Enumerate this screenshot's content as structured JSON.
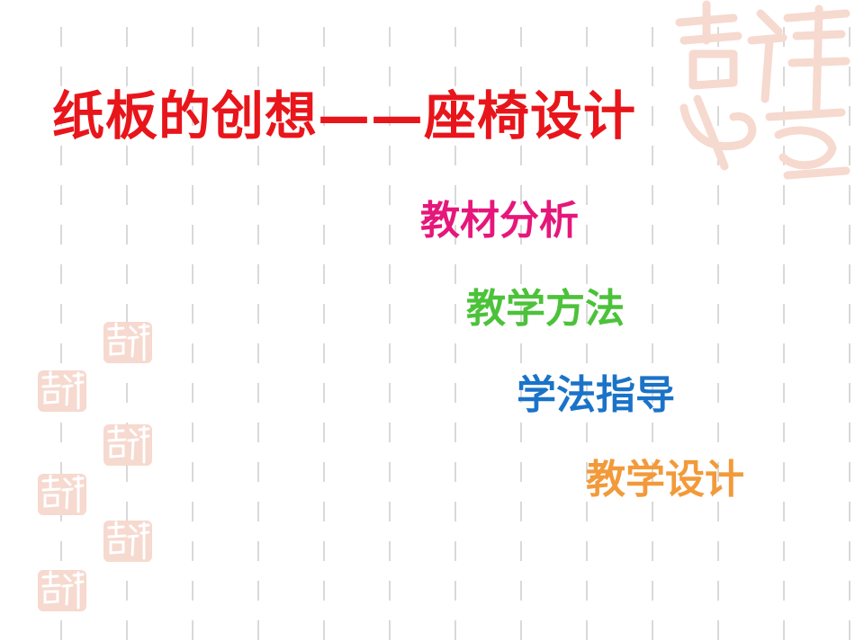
{
  "slide": {
    "title": "纸板的创想——座椅设计",
    "title_color": "#e8151b",
    "menu_items": [
      {
        "label": "教材分析",
        "color": "#e5177b"
      },
      {
        "label": "教学方法",
        "color": "#4cc23a"
      },
      {
        "label": "学法指导",
        "color": "#1a73c8"
      },
      {
        "label": "教学设计",
        "color": "#f29a3a"
      }
    ],
    "decor": {
      "seal_color": "#f6d9cf",
      "grid_color": "#d9d9d9"
    }
  }
}
